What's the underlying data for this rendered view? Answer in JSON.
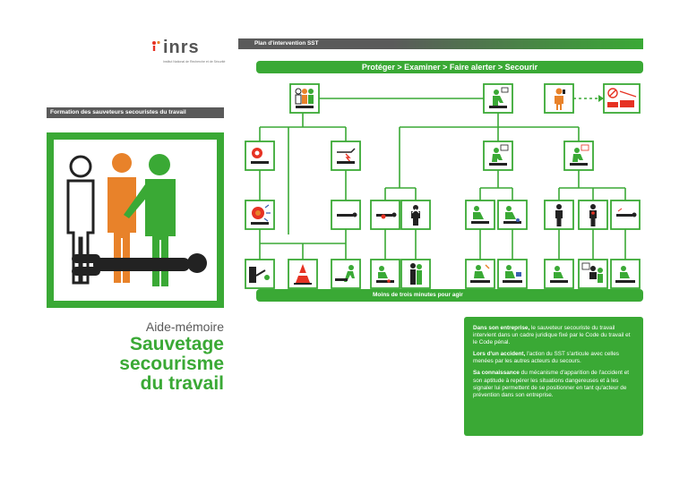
{
  "logo": {
    "word": "inrs",
    "subtitle": "Institut National de Recherche et de Sécurité"
  },
  "left_banner": "Formation des sauveteurs secouristes du travail",
  "cover": {
    "figure_colors": [
      "#ffffff",
      "#e8822a",
      "#3aa935",
      "#222222"
    ]
  },
  "aide_memoire": "Aide-mémoire",
  "title_line1": "Sauvetage secourisme",
  "title_line2": "du travail",
  "top_banner": "Plan d'intervention SST",
  "steps_bar": "Protéger  >  Examiner  >  Faire alerter  >  Secourir",
  "minutes_bar": "Moins de trois minutes  pour agir",
  "info": {
    "p1_bold": "Dans son entreprise,",
    "p1_text": " le sauveteur secouriste du travail intervient dans un cadre juridique fixé par le Code du travail et le Code pénal.",
    "p2_bold": "Lors d'un accident,",
    "p2_text": " l'action du SST s'articule avec celles menées par les autres acteurs du secours.",
    "p3_bold": "Sa connaissance",
    "p3_text": " du mécanisme d'apparition de l'accident et son aptitude à repérer les situations dangereuses et à les signaler lui permettent de se positionner en tant qu'acteur de prévention dans son entreprise."
  },
  "colors": {
    "green": "#3aa935",
    "orange": "#e8822a",
    "grey": "#5a5a5a",
    "red": "#e63223"
  },
  "icons": {
    "row1": [
      "protect-icon",
      "examine-icon",
      "alert-phone-icon",
      "rescue-services-icon"
    ],
    "row2": [
      "fire-hazard-icon",
      "electric-hazard-icon",
      "victim-check-icon",
      "victim-check-icon-2"
    ],
    "row3": [
      "explosion-icon",
      "lying-victim-icon",
      "bleeding-victim-icon",
      "choking-icon",
      "first-aid-icon",
      "first-aid-icon-2",
      "standing-victim-icon",
      "standing-victim-icon-2",
      "lying-victim-icon-2"
    ],
    "row4": [
      "cut-power-icon",
      "warning-cone-icon",
      "evacuate-icon",
      "compress-icon",
      "heimlich-icon",
      "cpr-icon",
      "defibrillator-icon",
      "recovery-position-icon",
      "seated-victim-icon",
      "cover-victim-icon"
    ]
  }
}
